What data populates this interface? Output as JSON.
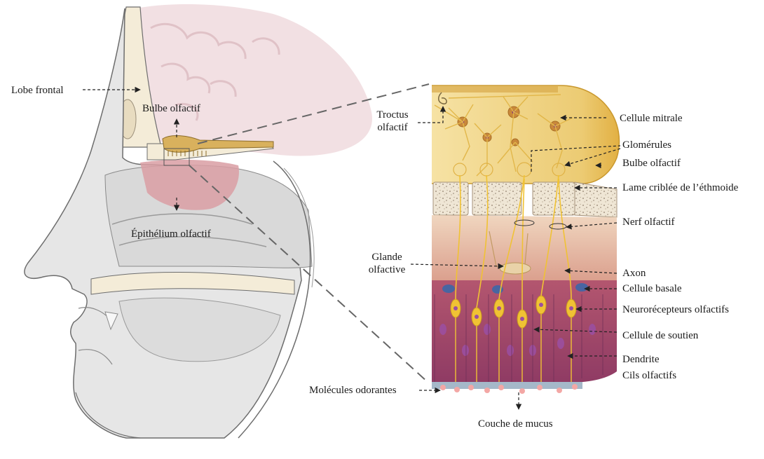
{
  "labels": {
    "lobe_frontal": "Lobe frontal",
    "bulbe_olfactif_left": "Bulbe olfactif",
    "epithelium_olfactif": "Épithélium olfactif",
    "troctus_line1": "Troctus",
    "troctus_line2": "olfactif",
    "cellule_mitrale": "Cellule mitrale",
    "glomerules": "Glomérules",
    "bulbe_olfactif_right": "Bulbe olfactif",
    "lame_criblee": "Lame criblée de l’éthmoide",
    "nerf_olfactif": "Nerf olfactif",
    "glande_line1": "Glande",
    "glande_line2": "olfactive",
    "axon": "Axon",
    "cellule_basale": "Cellule basale",
    "neurorecepteurs": "Neurorécepteurs olfactifs",
    "cellule_soutien": "Cellule de soutien",
    "dendrite": "Dendrite",
    "cils": "Cils  olfactifs",
    "molecules": "Molécules odorantes",
    "couche_mucus": "Couche de mucus"
  },
  "colors": {
    "brain": "#f1dde0",
    "bone": "#f4ecd8",
    "skin": "#e5e5e5",
    "outline": "#6d6d6d",
    "bulb_gold": "#d9b15d",
    "epithelium_pink": "#d99ea3",
    "lamina": "#efe6d5",
    "tissue_pink": "#e8c1b3",
    "cell_purple": "#8e3f70",
    "nucleus": "#9b4fa0",
    "neuron_yellow": "#f0c234",
    "basal_blue": "#3d67a7",
    "mucus": "#a5b8c9",
    "odorant": "#f3a7a5",
    "arrow": "#222222"
  }
}
